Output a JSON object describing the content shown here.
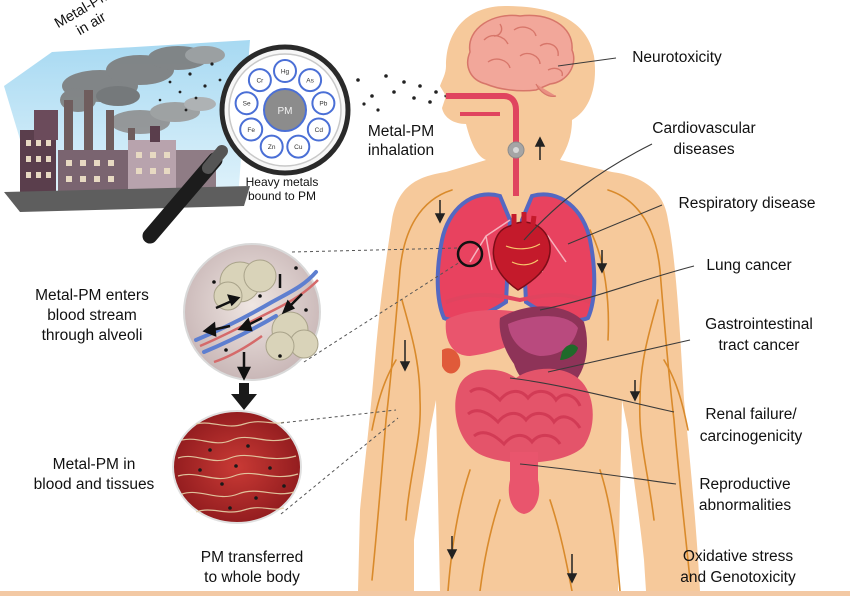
{
  "source": {
    "air_label": "Metal-PM\nin air",
    "lens_center": "PM",
    "metals": [
      "Hg",
      "As",
      "Pb",
      "Cd",
      "Cu",
      "Zn",
      "Fe",
      "Se",
      "Cr"
    ],
    "lens_caption": "Heavy metals\nbound to PM",
    "inhalation_label": "Metal-PM\ninhalation"
  },
  "pathway": {
    "alveoli_label": "Metal-PM enters\nblood stream\nthrough alveoli",
    "tissue_label": "Metal-PM in\nblood and tissues",
    "transfer_label": "PM transferred\nto whole body"
  },
  "effects": [
    {
      "id": "neurotoxicity",
      "label": "Neurotoxicity"
    },
    {
      "id": "cardiovascular",
      "label": "Cardiovascular\ndiseases"
    },
    {
      "id": "respiratory",
      "label": "Respiratory disease"
    },
    {
      "id": "lung-cancer",
      "label": "Lung cancer"
    },
    {
      "id": "gi-cancer",
      "label": "Gastrointestinal\ntract cancer"
    },
    {
      "id": "renal",
      "label": "Renal failure/\ncarcinogenicity"
    },
    {
      "id": "reproductive",
      "label": "Reproductive\nabnormalities"
    },
    {
      "id": "oxidative",
      "label": "Oxidative stress\nand Genotoxicity"
    }
  ],
  "colors": {
    "skin": "#f6c99b",
    "vessel": "#d98a2b",
    "lung": "#e8425f",
    "lung_edge": "#5468c2",
    "brain": "#f2a79a",
    "smoke": "#8a8a8a",
    "lens_ring": "#4a6fd6",
    "tissue": "#b9262c"
  }
}
